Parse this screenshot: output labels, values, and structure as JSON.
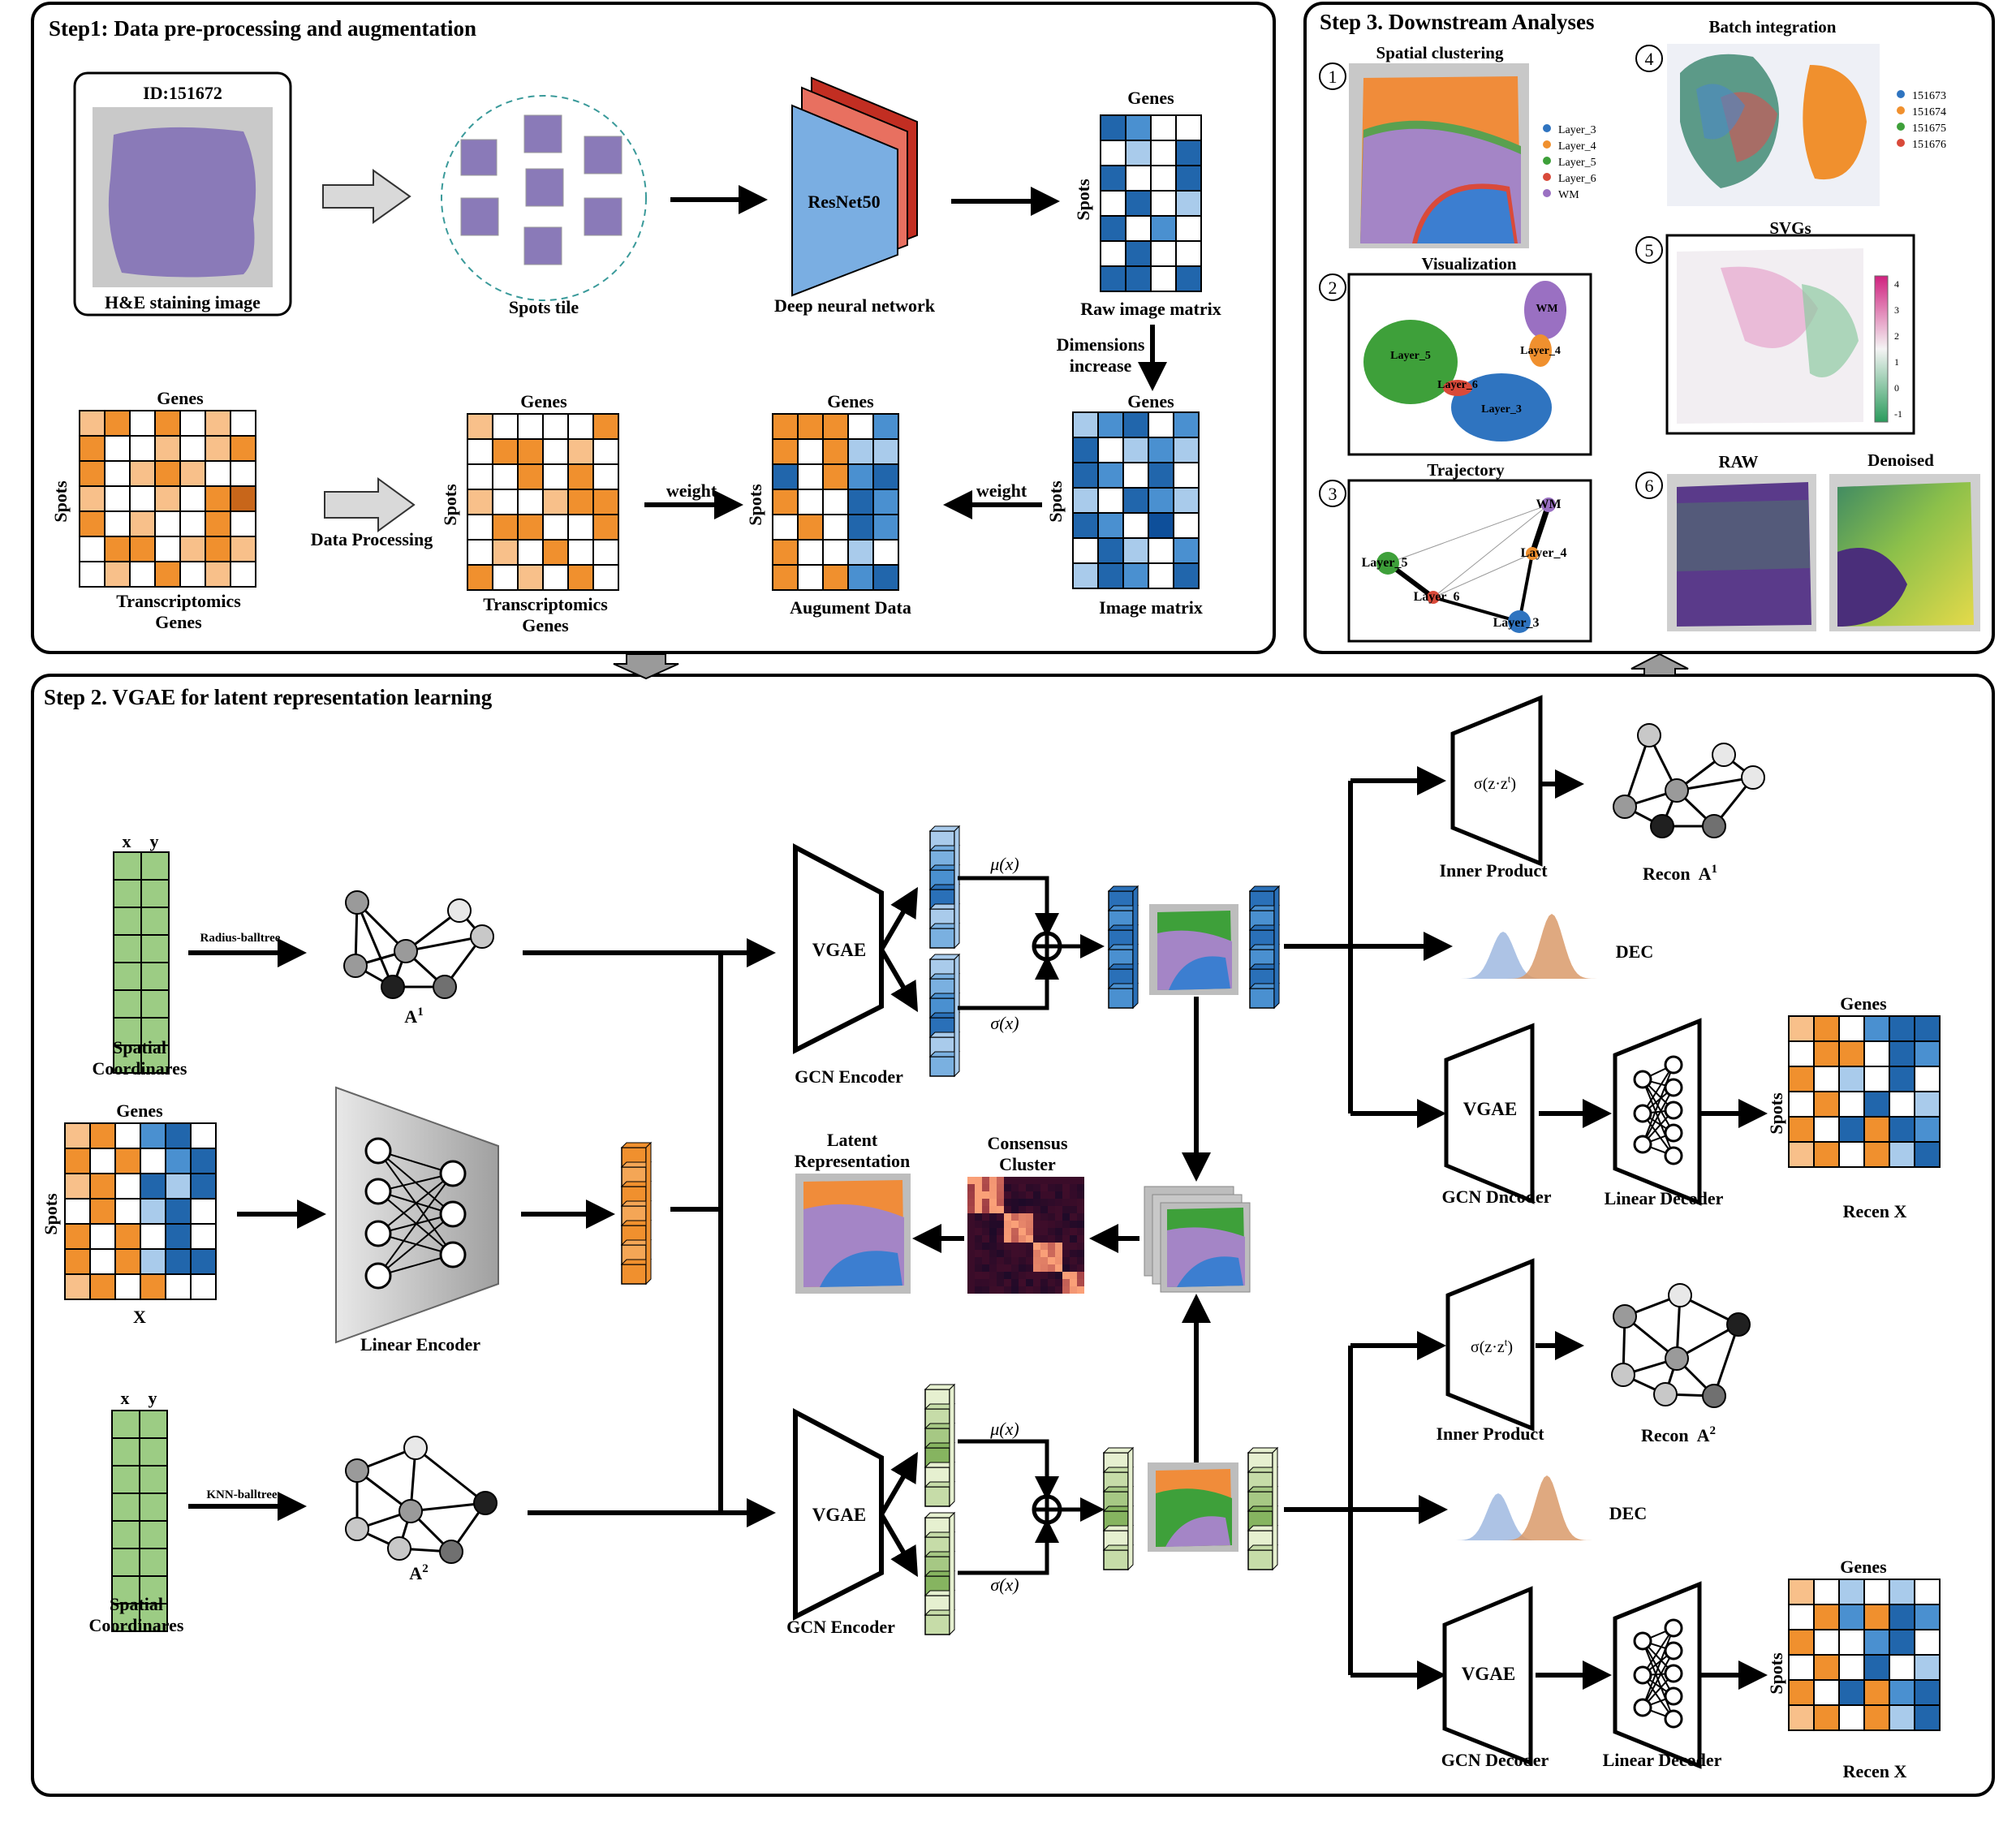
{
  "step1": {
    "title": "Step1: Data pre-processing and augmentation",
    "sample_id": "ID:151672",
    "he_caption": "H&E staining image",
    "spots_tile": "Spots tile",
    "resnet": "ResNet50",
    "dnn": "Deep neural network",
    "genes": "Genes",
    "spots": "Spots",
    "raw_image_matrix": "Raw image matrix",
    "dimensions_increase_1": "Dimensions",
    "dimensions_increase_2": "increase",
    "image_matrix": "Image matrix",
    "weight": "weight",
    "augment_data": "Augument Data",
    "data_processing": "Data Processing",
    "transcriptomics": "Transcriptomics"
  },
  "step3": {
    "title": "Step 3. Downstream Analyses",
    "spatial_clustering": "Spatial clustering",
    "visualization": "Visualization",
    "trajectory": "Trajectory",
    "batch_integration": "Batch integration",
    "svgs": "SVGs",
    "raw": "RAW",
    "denoised": "Denoised",
    "nums": [
      "1",
      "2",
      "3",
      "4",
      "5",
      "6"
    ],
    "layer_legend": [
      "Layer_3",
      "Layer_4",
      "Layer_5",
      "Layer_6",
      "WM"
    ],
    "batch_legend": [
      "151673",
      "151674",
      "151675",
      "151676"
    ],
    "svg_ticks": [
      "4",
      "3",
      "2",
      "1",
      "0",
      "-1"
    ],
    "umap_labels": [
      "WM",
      "Layer_4",
      "Layer_5",
      "Layer_6",
      "Layer_3"
    ],
    "traj_labels": [
      "WM",
      "Layer_5",
      "Layer_4",
      "Layer_6",
      "Layer_3"
    ]
  },
  "step2": {
    "title": "Step 2. VGAE for latent representation learning",
    "x": "x",
    "y": "y",
    "radius": "Radius-balltree",
    "knn": "KNN-balltree",
    "a1": "A",
    "a1_sup": "1",
    "a2": "A",
    "a2_sup": "2",
    "spatial_1": "Spatial",
    "spatial_2": "Coordinares",
    "genes": "Genes",
    "spots": "Spots",
    "X": "X",
    "linear_encoder": "Linear Encoder",
    "vgae": "VGAE",
    "gcn_encoder": "GCN Encoder",
    "mu": "μ(x)",
    "sigma": "σ(x)",
    "latent_1": "Latent",
    "latent_2": "Representation",
    "consensus_1": "Consensus",
    "consensus_2": "Cluster",
    "inner_formula": "σ(z·z",
    "inner_formula_sup": "t",
    "inner_formula_end": ")",
    "inner_product": "Inner Product",
    "recon": "Recon",
    "dec": "DEC",
    "gcn_dncoder": "GCN Dncoder",
    "gcn_decoder": "GCN Decoder",
    "linear_decoder": "Linear Decoder",
    "recen_x": "Recen X"
  },
  "colors": {
    "blue_dark": "#2166ac",
    "blue_mid": "#4a90d0",
    "blue_light": "#a9cbeb",
    "orange": "#f0902e",
    "orange_light": "#f8c08a",
    "green": "#9ccc84",
    "he_purple": "#8a7ab8"
  }
}
